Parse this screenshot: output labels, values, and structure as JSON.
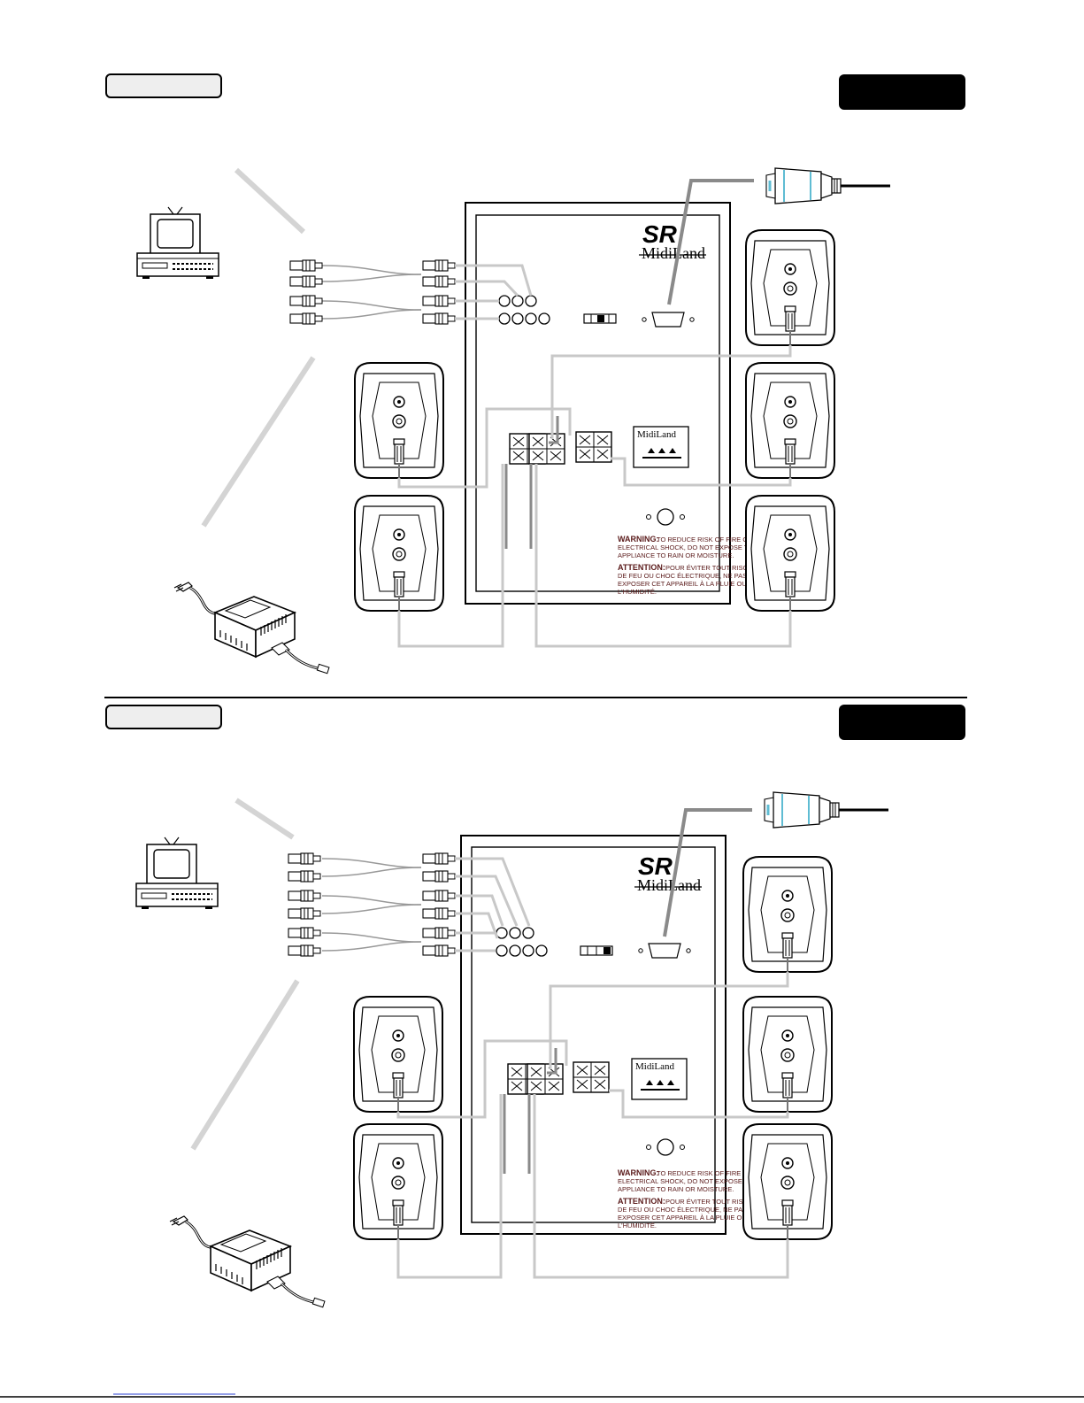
{
  "sections": [
    {
      "id": "section-1",
      "brand_logo": "SR",
      "brand_name": "MidiLand",
      "plate_brand": "MidiLand",
      "warning_title": "WARNING:",
      "warning_lines": [
        "TO REDUCE RISK OF FIRE OR",
        "ELECTRICAL SHOCK, DO NOT EXPOSE THIS",
        "APPLIANCE TO RAIN OR MOISTURE."
      ],
      "attention_title": "ATTENTION:",
      "attention_lines": [
        "POUR ÉVITER TOUT RISQUE",
        "DE FEU OU CHOC ÉLECTRIQUE, NE PAS",
        "EXPOSER CET APPAREIL À LA PLUIE OU À",
        "L'HUMIDITÉ."
      ]
    },
    {
      "id": "section-2",
      "brand_logo": "SR",
      "brand_name": "MidiLand",
      "plate_brand": "MidiLand",
      "warning_title": "WARNING:",
      "warning_lines": [
        "TO REDUCE RISK OF FIRE OR",
        "ELECTRICAL SHOCK, DO NOT EXPOSE THIS",
        "APPLIANCE TO RAIN OR MOISTURE."
      ],
      "attention_title": "ATTENTION:",
      "attention_lines": [
        "POUR ÉVITER TOUT RISQUE",
        "DE FEU OU CHOC ÉLECTRIQUE, NE PAS",
        "EXPOSER CET APPAREIL À LA PLUIE OU À",
        "L'HUMIDITÉ."
      ]
    }
  ],
  "colors": {
    "ink": "#000000",
    "wire": "#c8c8c8",
    "wire_dark": "#8a8a8a",
    "guide": "#d4d4d4",
    "label_fill": "#eeeeee",
    "warning_text": "#5a1a1a",
    "link": "#2a3fd0"
  },
  "icons": {
    "monitor": "crt-monitor-icon",
    "vcr": "vcr-icon",
    "adapter": "power-adapter-icon",
    "serial": "serial-connector-icon",
    "speaker": "speaker-icon"
  }
}
